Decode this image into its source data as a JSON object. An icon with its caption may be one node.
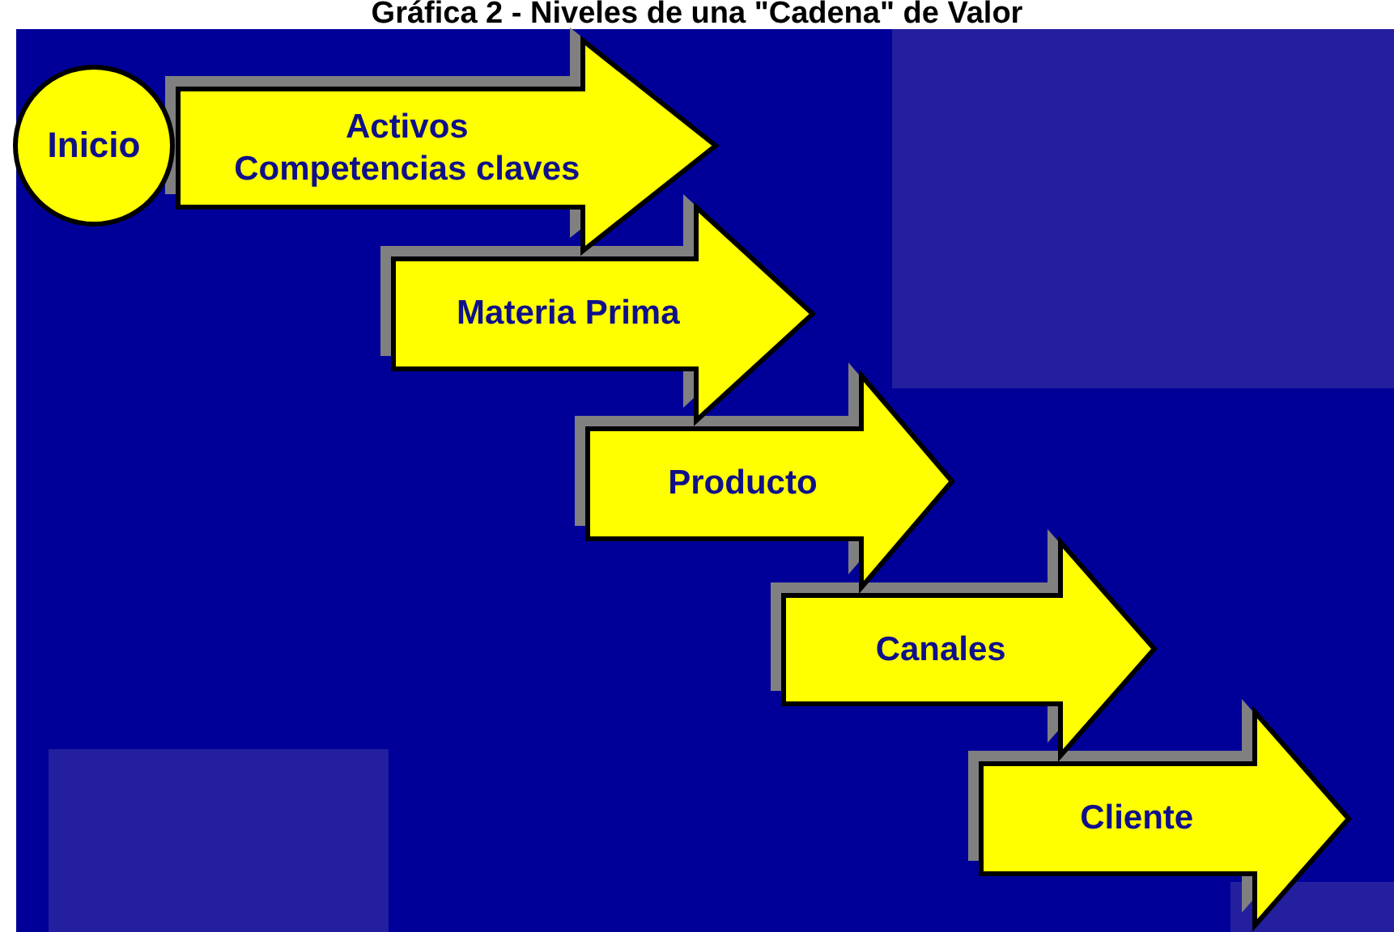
{
  "diagram": {
    "title": "Gráfica 2 - Niveles de una \"Cadena\" de Valor",
    "nodes": [
      {
        "text": [
          "Inicio"
        ]
      },
      {
        "text": [
          "Activos",
          "Competencias claves"
        ]
      },
      {
        "text": [
          "Materia Prima"
        ]
      },
      {
        "text": [
          "Producto"
        ]
      },
      {
        "text": [
          "Canales"
        ]
      },
      {
        "text": [
          "Cliente"
        ]
      }
    ]
  }
}
